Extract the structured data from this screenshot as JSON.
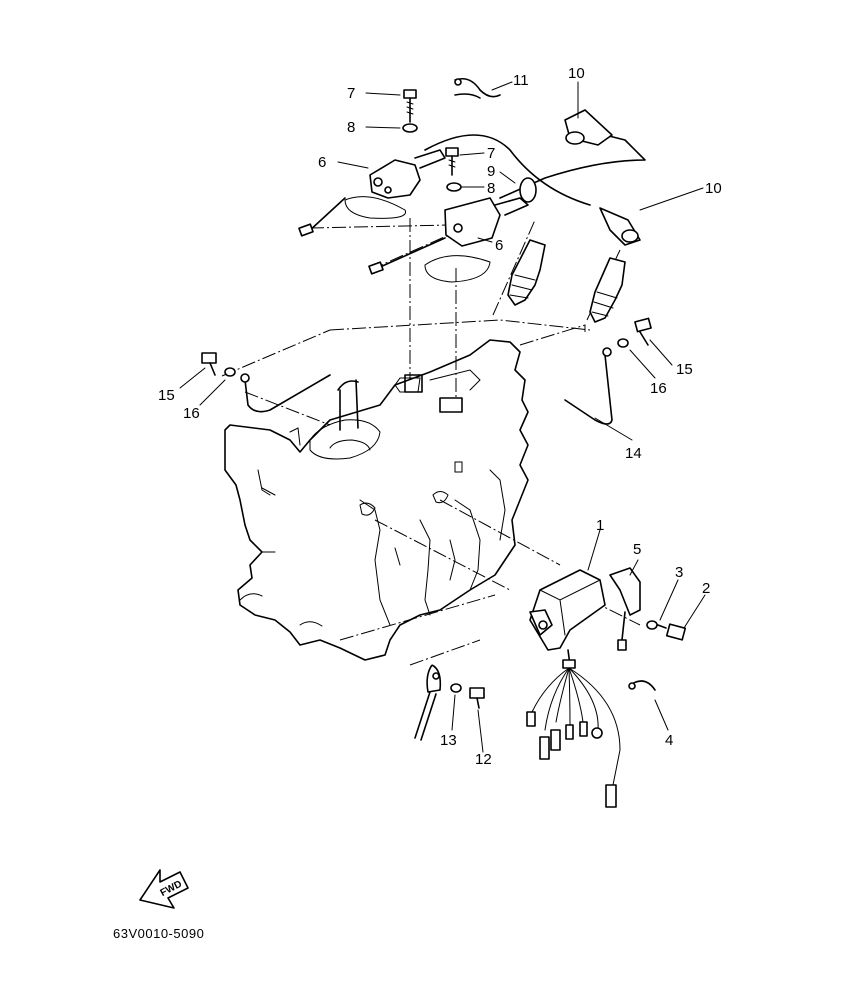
{
  "figure_code": "63V0010-5090",
  "fwd_label": "FWD",
  "callouts": [
    "1",
    "2",
    "3",
    "4",
    "5",
    "6",
    "6",
    "7",
    "7",
    "8",
    "8",
    "9",
    "10",
    "10",
    "11",
    "12",
    "13",
    "14",
    "15",
    "15",
    "16",
    "16"
  ]
}
